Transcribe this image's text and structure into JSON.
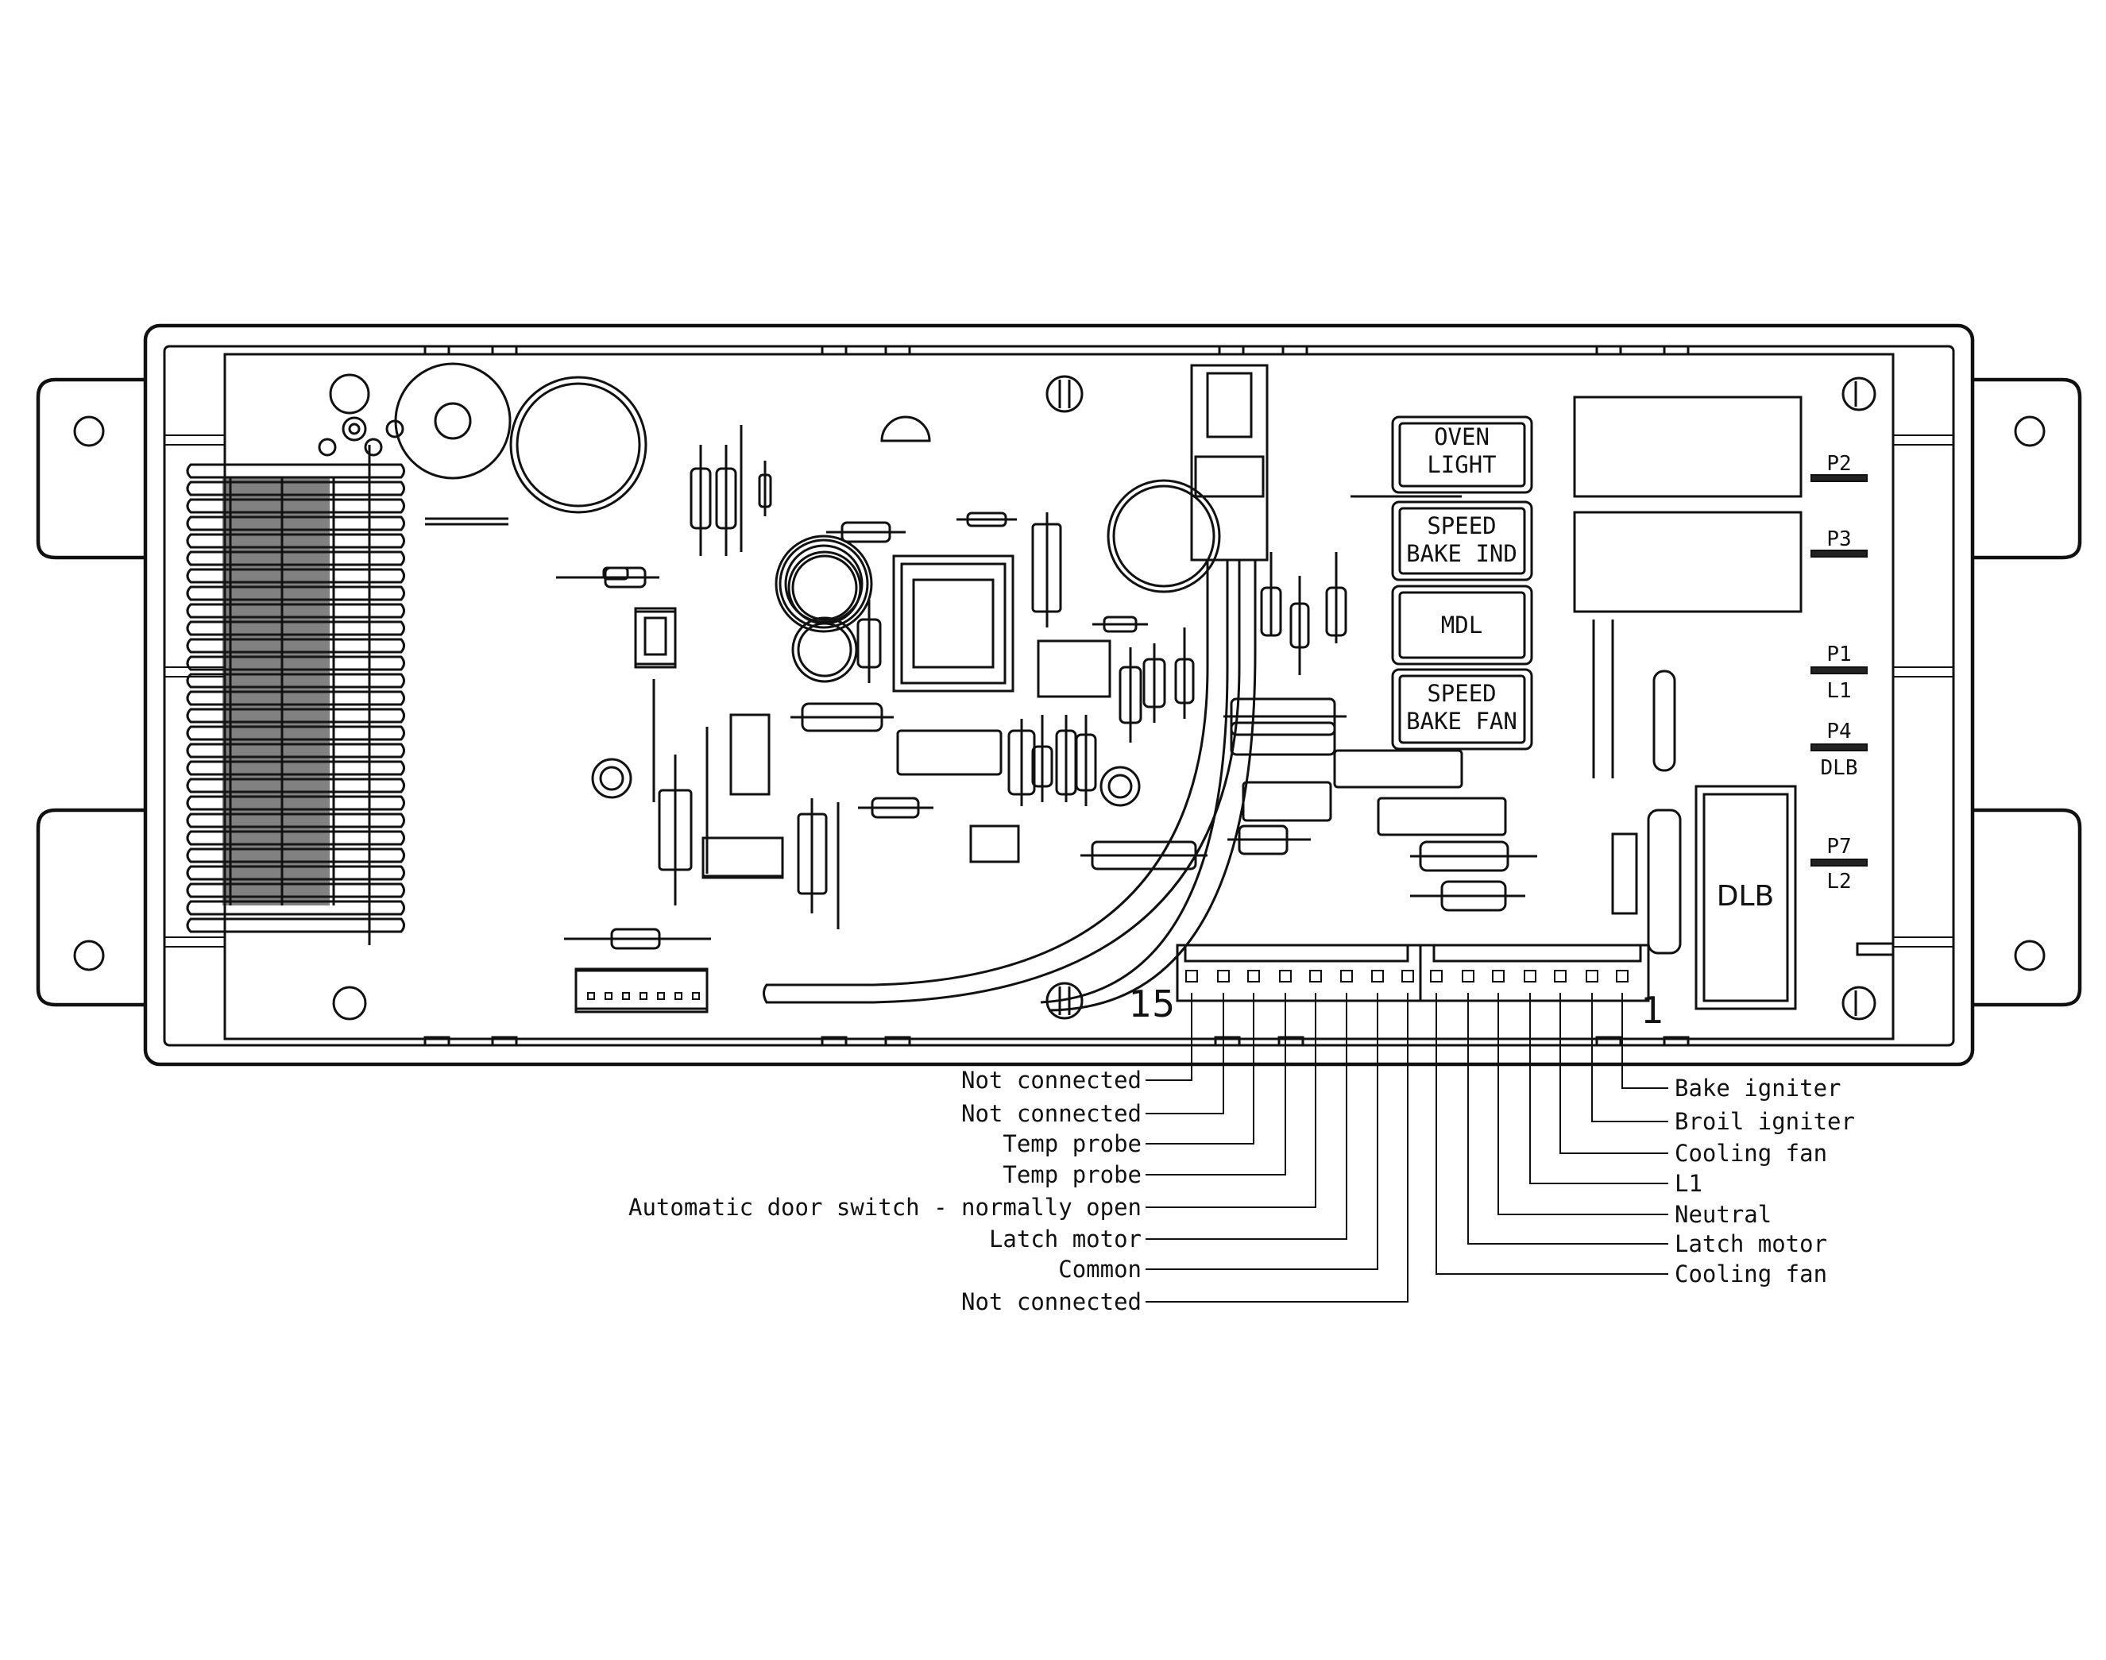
{
  "diagram": {
    "relays": [
      {
        "id": "oven-light",
        "lines": [
          "OVEN",
          "LIGHT"
        ]
      },
      {
        "id": "speed-bake-ind",
        "lines": [
          "SPEED",
          "BAKE IND"
        ]
      },
      {
        "id": "mdl",
        "lines": [
          "MDL"
        ]
      },
      {
        "id": "speed-bake-fan",
        "lines": [
          "SPEED",
          "BAKE FAN"
        ]
      }
    ],
    "ports": {
      "p2": "P2",
      "p3": "P3",
      "p1": "P1",
      "p1_sub": "L1",
      "p4": "P4",
      "p4_sub": "DLB",
      "p7": "P7",
      "p7_sub": "L2"
    },
    "dlb_label": "DLB",
    "pin_range": {
      "left": "15",
      "right": "1"
    },
    "left_pins": [
      "Not connected",
      "Not connected",
      "Temp probe",
      "Temp probe",
      "Automatic door switch - normally open",
      "Latch motor",
      "Common",
      "Not connected"
    ],
    "right_pins": [
      "Bake igniter",
      "Broil igniter",
      "Cooling fan",
      "L1",
      "Neutral",
      "Latch motor",
      "Cooling fan"
    ]
  }
}
